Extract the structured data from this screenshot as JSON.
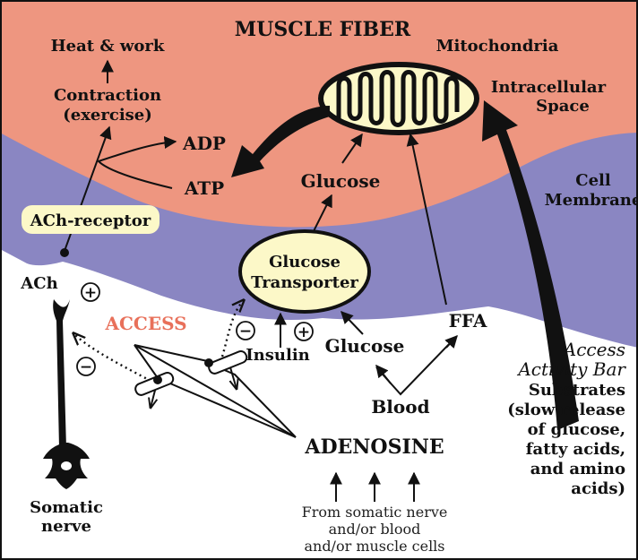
{
  "title": "MUSCLE FIBER",
  "colors": {
    "muscle": "#EE9680",
    "membrane": "#8A86C2",
    "highlight_fill": "#FCF8C8",
    "access_text": "#E8705A",
    "ink": "#111111"
  },
  "labels": {
    "heat_work": "Heat & work",
    "contraction": [
      "Contraction",
      "(exercise)"
    ],
    "adp": "ADP",
    "atp": "ATP",
    "mitochondria": "Mitochondria",
    "intracellular_space": [
      "Intracellular",
      "Space"
    ],
    "glucose_inside": "Glucose",
    "cell_membrane": [
      "Cell",
      "Membrane"
    ],
    "ach_receptor": "ACh-receptor",
    "ach": "ACh",
    "glucose_transporter": [
      "Glucose",
      "Transporter"
    ],
    "access": "ACCESS",
    "insulin": "Insulin",
    "glucose_outside": "Glucose",
    "ffa": "FFA",
    "blood": "Blood",
    "adenosine": "ADENOSINE",
    "adenosine_sources": [
      "From somatic nerve",
      "and/or blood",
      "and/or muscle cells"
    ],
    "somatic_nerve": [
      "Somatic",
      "nerve"
    ],
    "access_activity_bar": [
      "Access",
      "Activity Bar"
    ],
    "substrates": [
      "Substrates",
      "(slow release",
      "of glucose,",
      "fatty acids,",
      "and amino",
      "acids)"
    ]
  },
  "signs": {
    "plus_ach": "+",
    "minus_nerve": "−",
    "minus_transporter": "−",
    "plus_insulin": "+"
  }
}
